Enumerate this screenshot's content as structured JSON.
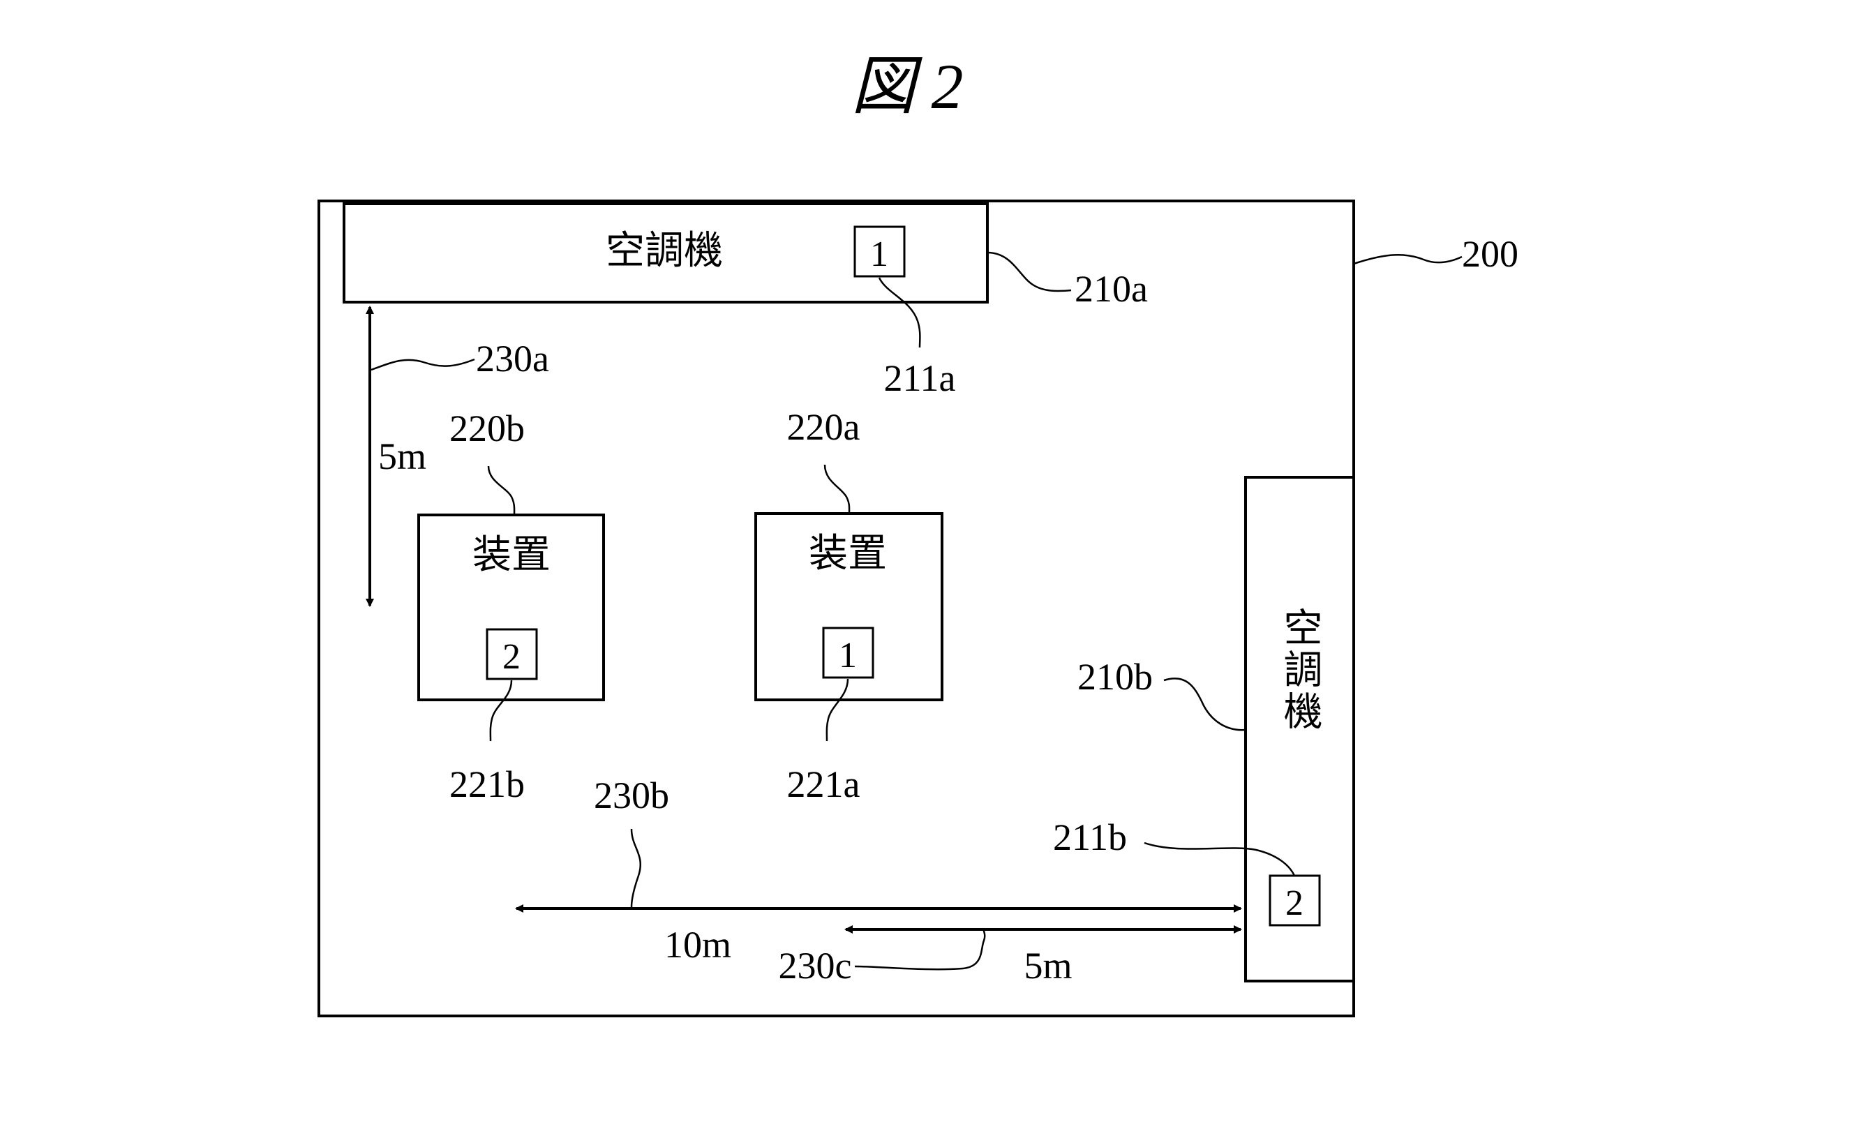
{
  "figure": {
    "title": "図 2"
  },
  "room": {
    "ref": "200"
  },
  "air_conditioner_top": {
    "label": "空調機",
    "sensor_id": "1",
    "ref": "210a",
    "sensor_ref": "211a"
  },
  "air_conditioner_right": {
    "label": "空調機",
    "sensor_id": "2",
    "ref": "210b",
    "sensor_ref": "211b"
  },
  "device_left": {
    "label": "装置",
    "sensor_id": "2",
    "ref": "220b",
    "sensor_ref": "221b"
  },
  "device_center": {
    "label": "装置",
    "sensor_id": "1",
    "ref": "220a",
    "sensor_ref": "221a"
  },
  "distance_vertical": {
    "ref": "230a",
    "value": "5m"
  },
  "distance_long": {
    "ref": "230b",
    "value": "10m"
  },
  "distance_short": {
    "ref": "230c",
    "value": "5m"
  }
}
